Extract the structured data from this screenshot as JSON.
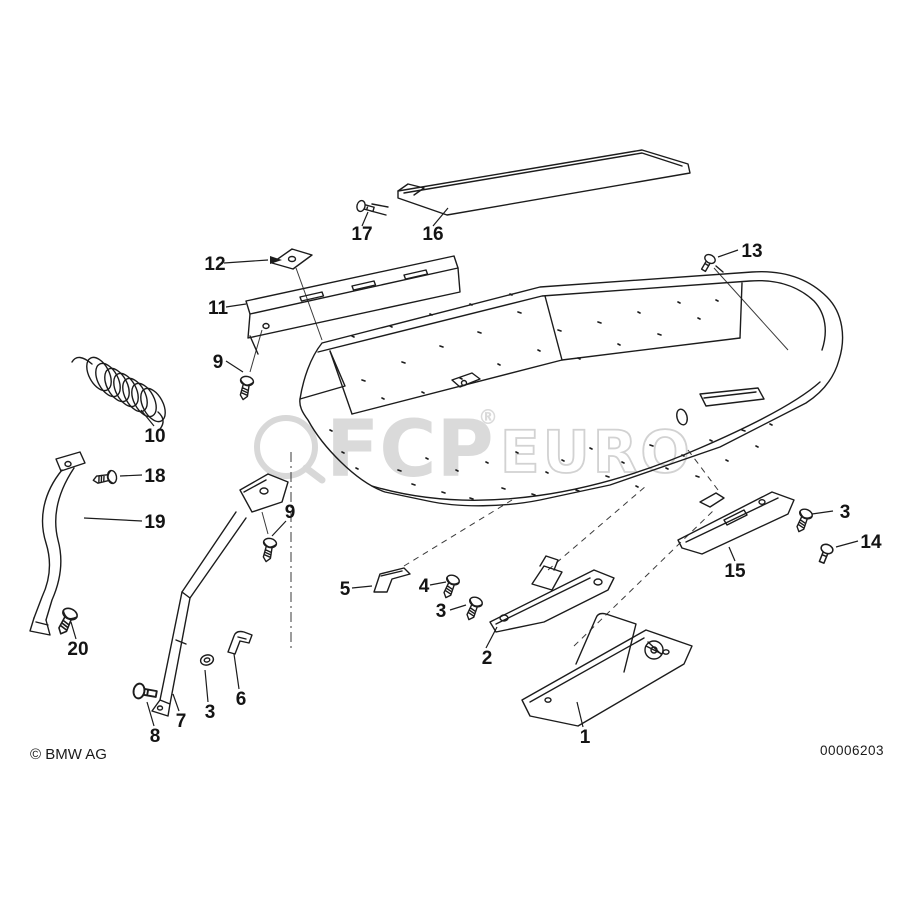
{
  "diagram": {
    "watermark": {
      "main": "FCP",
      "registered": "®",
      "secondary": "EURO"
    },
    "footer": {
      "copyright": "© BMW AG",
      "number": "00006203"
    },
    "callouts": [
      {
        "label": "17"
      },
      {
        "label": "16"
      },
      {
        "label": "12"
      },
      {
        "label": "11"
      },
      {
        "label": "13"
      },
      {
        "label": "9"
      },
      {
        "label": "10"
      },
      {
        "label": "18"
      },
      {
        "label": "19"
      },
      {
        "label": "9"
      },
      {
        "label": "3"
      },
      {
        "label": "14"
      },
      {
        "label": "15"
      },
      {
        "label": "5"
      },
      {
        "label": "4"
      },
      {
        "label": "3"
      },
      {
        "label": "2"
      },
      {
        "label": "20"
      },
      {
        "label": "8"
      },
      {
        "label": "7"
      },
      {
        "label": "3"
      },
      {
        "label": "6"
      },
      {
        "label": "1"
      }
    ]
  }
}
